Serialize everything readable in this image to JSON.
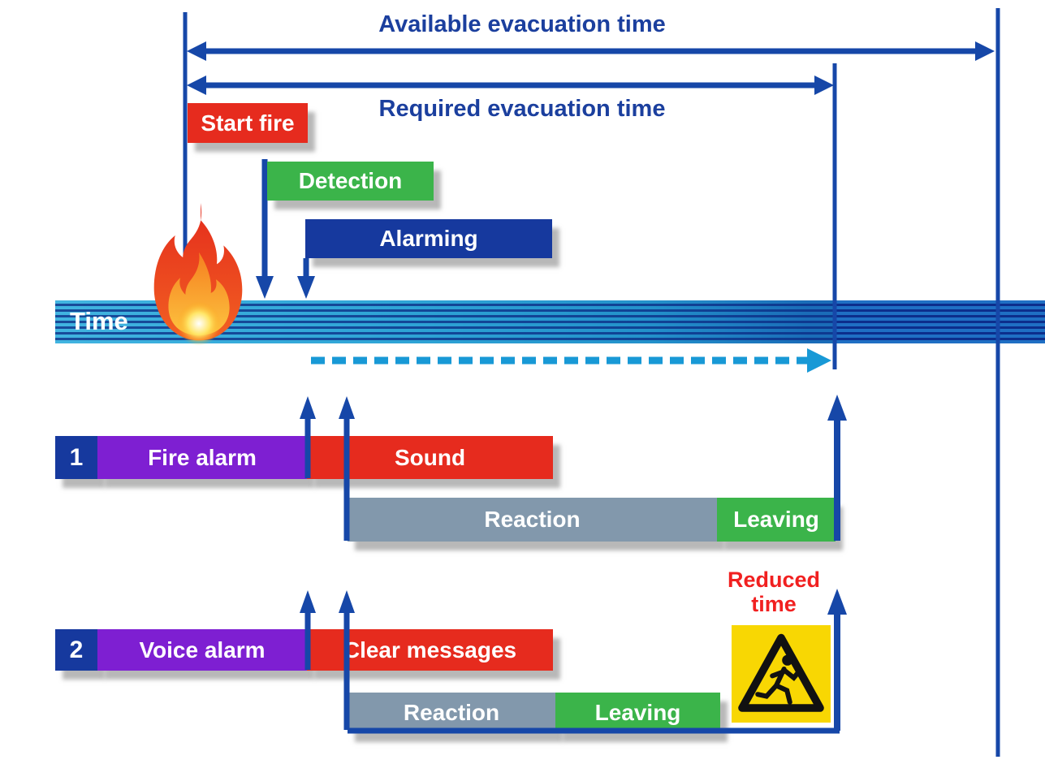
{
  "diagram": {
    "titles": {
      "available": "Available evacuation time",
      "required": "Required evacuation time"
    },
    "events": {
      "start_fire": "Start fire",
      "detection": "Detection",
      "alarming": "Alarming"
    },
    "time_axis": {
      "label": "Time"
    },
    "scenarios": [
      {
        "number": "1",
        "alarm": "Fire alarm",
        "signal": "Sound",
        "reaction": "Reaction",
        "leaving": "Leaving"
      },
      {
        "number": "2",
        "alarm": "Voice alarm",
        "signal": "Clear messages",
        "reaction": "Reaction",
        "leaving": "Leaving"
      }
    ],
    "annotations": {
      "reduced_time": "Reduced time"
    },
    "icons": {
      "fire": "fire-flame-icon",
      "warning": "running-person-warning-icon"
    },
    "colors": {
      "navy_lines": "#1647a8",
      "navy_box": "#16399e",
      "red": "#e62b1e",
      "green": "#3bb44a",
      "purple": "#7e1fd2",
      "slate_gray": "#8298ac",
      "band_cyan": "#2ea4d6",
      "band_dark": "#0c2e8c",
      "dashed_cyan": "#1899d6",
      "warning_yellow": "#f8d703",
      "title_text": "#1b3f9e",
      "reduced_text": "#f12020"
    }
  }
}
